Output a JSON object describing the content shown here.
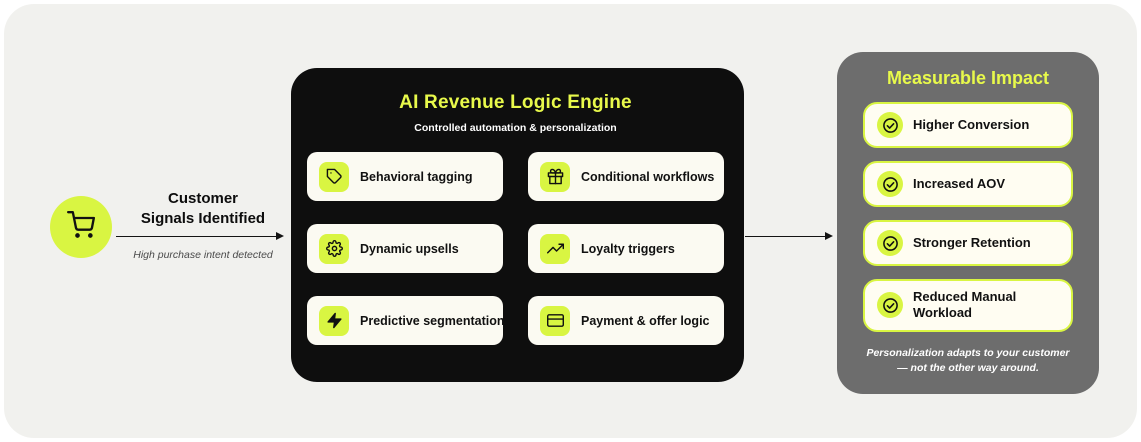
{
  "colors": {
    "accent": "#d9f542",
    "title_yellow": "#e8f94b",
    "engine_panel": "#0e0e0e",
    "impact_panel": "#6d6d6d",
    "canvas_bg": "#f1f1ee"
  },
  "source": {
    "title_lines": [
      "Customer",
      "Signals Identified"
    ],
    "subtitle": "High purchase intent detected",
    "icon": "shopping-cart-icon"
  },
  "engine": {
    "title": "AI Revenue Logic Engine",
    "subtitle": "Controlled automation & personalization",
    "items": [
      {
        "label": "Behavioral tagging",
        "icon": "tag-icon"
      },
      {
        "label": "Conditional workflows",
        "icon": "gift-icon"
      },
      {
        "label": "Dynamic upsells",
        "icon": "gear-icon"
      },
      {
        "label": "Loyalty triggers",
        "icon": "trend-up-icon"
      },
      {
        "label": "Predictive segmentation",
        "icon": "bolt-icon"
      },
      {
        "label": "Payment & offer logic",
        "icon": "credit-card-icon"
      }
    ]
  },
  "impact": {
    "title": "Measurable Impact",
    "items": [
      {
        "label": "Higher Conversion",
        "icon": "check-circle-icon"
      },
      {
        "label": "Increased AOV",
        "icon": "check-circle-icon"
      },
      {
        "label": "Stronger Retention",
        "icon": "check-circle-icon"
      },
      {
        "label": "Reduced Manual Workload",
        "icon": "check-circle-icon"
      }
    ],
    "footnote": "Personalization adapts to your customer — not the other way around."
  }
}
